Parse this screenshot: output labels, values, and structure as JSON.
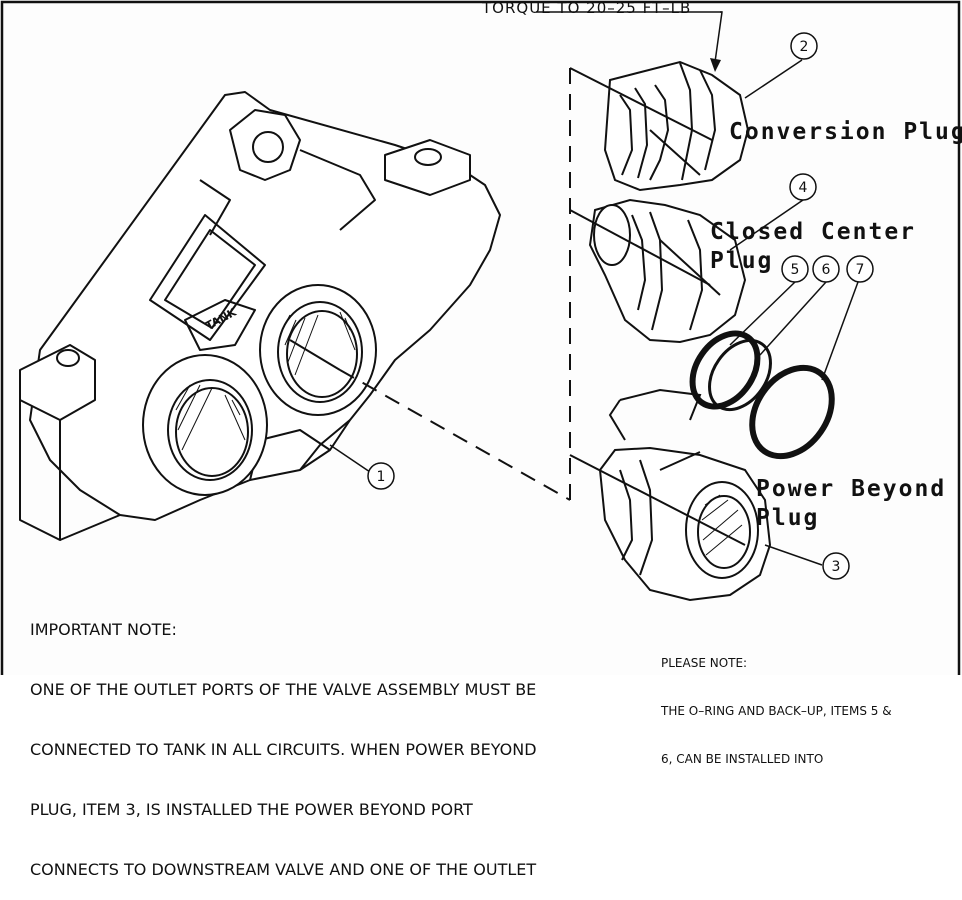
{
  "torque_note": "TORQUE TO 20–25 FT–LB",
  "labels": {
    "conversion_plug": "Conversion Plug",
    "closed_center_plug_line1": "Closed Center",
    "closed_center_plug_line2": "Plug",
    "power_beyond_plug_line1": "Power Beyond",
    "power_beyond_plug_line2": "Plug"
  },
  "tank_stamp": "TANK",
  "callouts": [
    "1",
    "2",
    "3",
    "4",
    "5",
    "6",
    "7"
  ],
  "important_note": {
    "heading": "IMPORTANT NOTE:",
    "line1": "ONE OF THE OUTLET PORTS OF THE VALVE ASSEMBLY MUST BE",
    "line2": "CONNECTED TO TANK IN ALL CIRCUITS. WHEN POWER BEYOND",
    "line3": "PLUG, ITEM 3, IS INSTALLED THE POWER BEYOND PORT",
    "line4": "CONNECTS TO DOWNSTREAM VALVE AND ONE OF THE OUTLET"
  },
  "please_note": {
    "heading": "PLEASE NOTE:",
    "line1": "THE O–RING AND BACK–UP, ITEMS 5 &",
    "line2": "6, CAN BE INSTALLED INTO"
  }
}
